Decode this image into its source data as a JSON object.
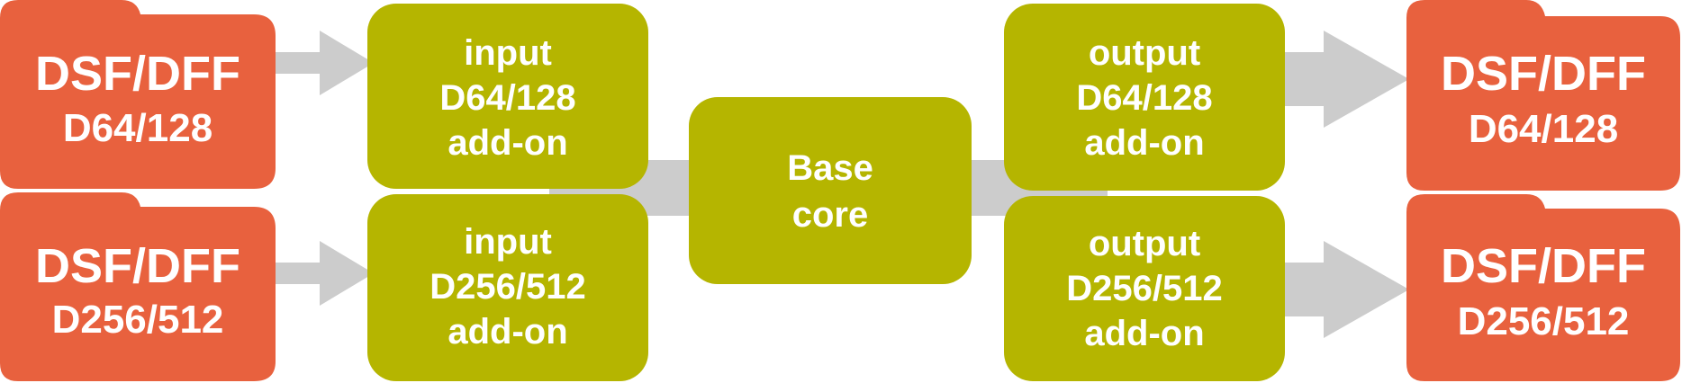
{
  "colors": {
    "file": "#e8613e",
    "module": "#b5b500",
    "arrow": "#cccccc",
    "text": "#ffffff"
  },
  "files_in": [
    {
      "format": "DSF/DFF",
      "rate": "D64/128"
    },
    {
      "format": "DSF/DFF",
      "rate": "D256/512"
    }
  ],
  "inputs": [
    {
      "lines": [
        "input",
        "D64/128",
        "add-on"
      ]
    },
    {
      "lines": [
        "input",
        "D256/512",
        "add-on"
      ]
    }
  ],
  "core": {
    "lines": [
      "Base",
      "core"
    ]
  },
  "outputs": [
    {
      "lines": [
        "output",
        "D64/128",
        "add-on"
      ]
    },
    {
      "lines": [
        "output",
        "D256/512",
        "add-on"
      ]
    }
  ],
  "files_out": [
    {
      "format": "DSF/DFF",
      "rate": "D64/128"
    },
    {
      "format": "DSF/DFF",
      "rate": "D256/512"
    }
  ]
}
